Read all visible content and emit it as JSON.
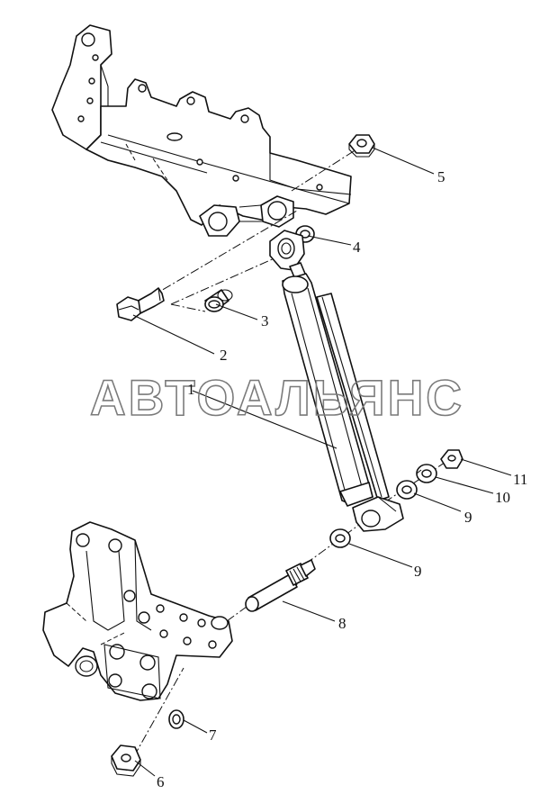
{
  "watermark": "АВТОАЛЬЯНС",
  "callouts": [
    {
      "id": "callout-1",
      "label": "1"
    },
    {
      "id": "callout-2",
      "label": "2"
    },
    {
      "id": "callout-3",
      "label": "3"
    },
    {
      "id": "callout-4",
      "label": "4"
    },
    {
      "id": "callout-5",
      "label": "5"
    },
    {
      "id": "callout-6",
      "label": "6"
    },
    {
      "id": "callout-7",
      "label": "7"
    },
    {
      "id": "callout-8",
      "label": "8"
    },
    {
      "id": "callout-9a",
      "label": "9"
    },
    {
      "id": "callout-9b",
      "label": "9"
    },
    {
      "id": "callout-10",
      "label": "10"
    },
    {
      "id": "callout-11",
      "label": "11"
    }
  ]
}
